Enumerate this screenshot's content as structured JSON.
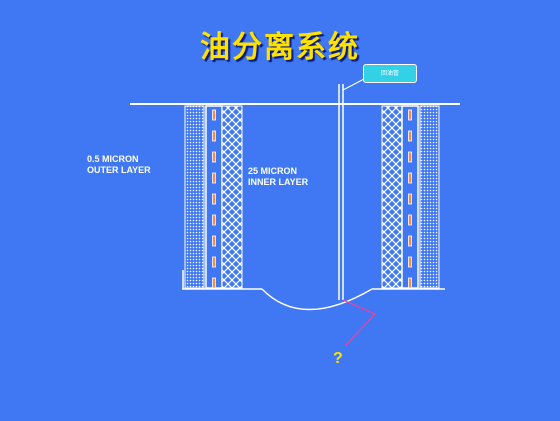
{
  "title": "油分离系统",
  "labels": {
    "outer_line1": "0.5 MICRON",
    "outer_line2": "OUTER LAYER",
    "inner_line1": "25 MICRON",
    "inner_line2": "INNER LAYER"
  },
  "callout_text": "回油管",
  "question_mark": "?",
  "colors": {
    "background": "#3f78f2",
    "title": "#ffe100",
    "lines": "#ffffff",
    "pointer": "#ff3c9a",
    "dashes": "#ff8a3c",
    "callout": "#33d1e6"
  }
}
